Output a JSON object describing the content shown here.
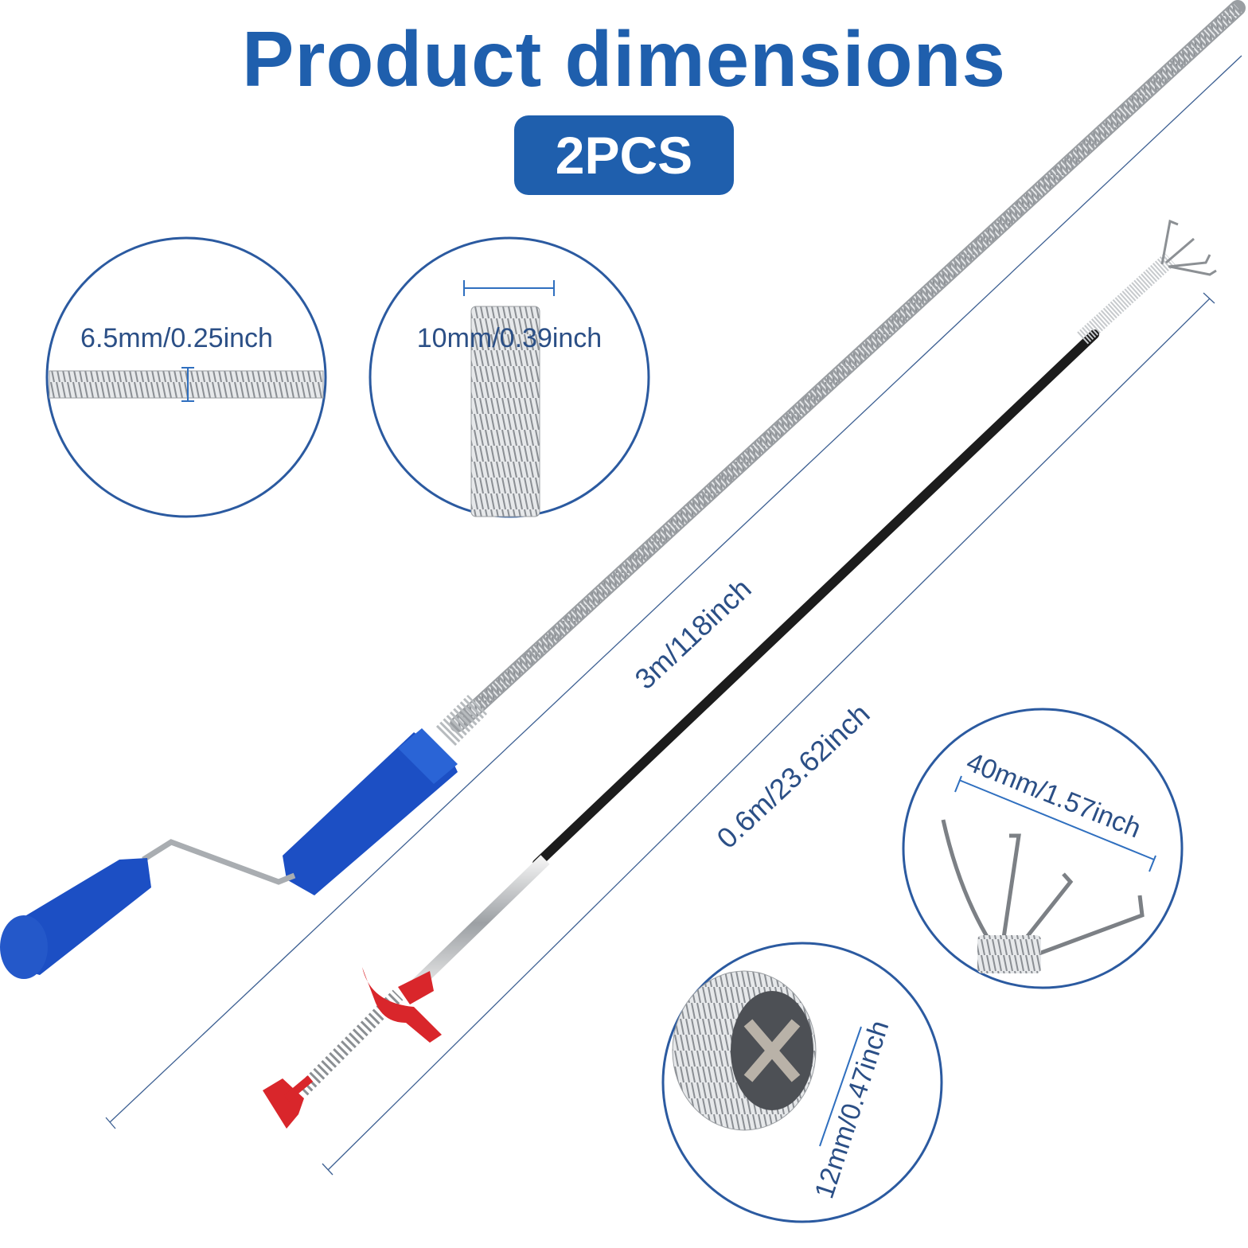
{
  "title": "Product dimensions",
  "badge": "2PCS",
  "colors": {
    "brand_blue": "#1f5fad",
    "dimension_text": "#2b4f86",
    "handle_blue": "#1c4fc4",
    "plunger_red": "#d9262b",
    "rod_black": "#1c1c1c"
  },
  "dimensions": {
    "wire_diameter": "6.5mm/0.25inch",
    "coil_diameter": "10mm/0.39inch",
    "long_length": "3m/118inch",
    "short_length": "0.6m/23.62inch",
    "claw_width": "40mm/1.57inch",
    "tube_diameter": "12mm/0.47inch"
  },
  "icons": [
    "drain-snake-spring-icon",
    "crank-handle-icon",
    "grabber-claw-icon",
    "plunger-icon"
  ]
}
